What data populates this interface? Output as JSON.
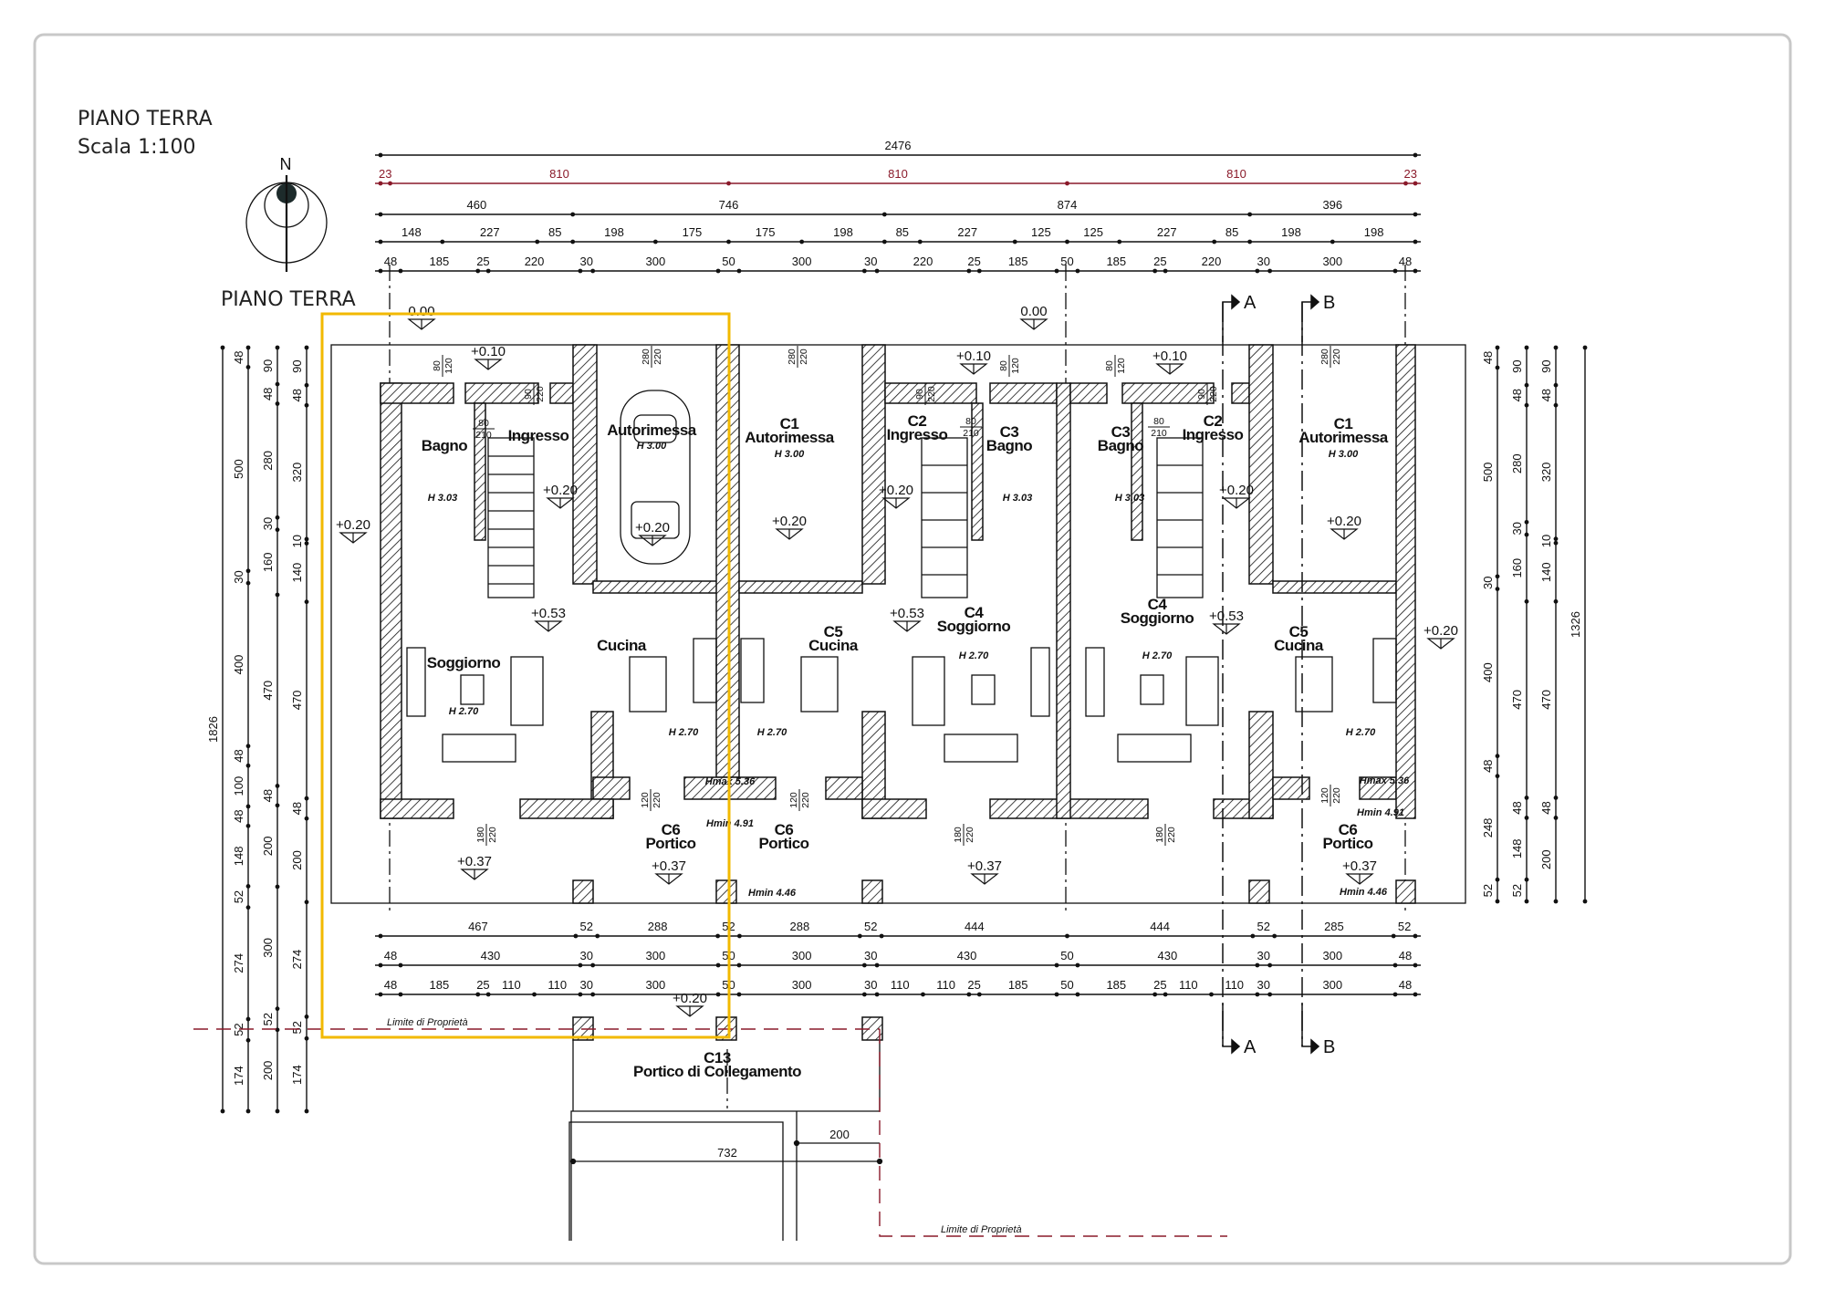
{
  "header": {
    "title": "PIANO TERRA",
    "scale": "Scala 1:100"
  },
  "compass": {
    "north": "N",
    "caption": "PIANO TERRA"
  },
  "colors": {
    "highlight": "#f2b900",
    "property_line": "#8a1a2a",
    "ink": "#111111"
  },
  "dimensions": {
    "top": [
      {
        "name": "overall",
        "values": [
          "2476"
        ]
      },
      {
        "name": "axes-red",
        "values": [
          "23",
          "810",
          "810",
          "810",
          "23"
        ]
      },
      {
        "name": "units",
        "values": [
          "460",
          "746",
          "874",
          "396"
        ]
      },
      {
        "name": "partial",
        "values": [
          "148",
          "227",
          "85",
          "198",
          "175",
          "175",
          "198",
          "85",
          "227",
          "125",
          "125",
          "227",
          "85",
          "198",
          "198"
        ]
      },
      {
        "name": "detail",
        "values": [
          "48",
          "185",
          "25",
          "220",
          "30",
          "300",
          "50",
          "300",
          "30",
          "220",
          "25",
          "185",
          "50",
          "185",
          "25",
          "220",
          "30",
          "300",
          "48"
        ]
      }
    ],
    "bottom": [
      {
        "name": "units",
        "values": [
          "467",
          "52",
          "288",
          "52",
          "288",
          "52",
          "444",
          "444",
          "52",
          "285",
          "52"
        ]
      },
      {
        "name": "walls",
        "values": [
          "48",
          "430",
          "30",
          "300",
          "50",
          "300",
          "30",
          "430",
          "50",
          "430",
          "30",
          "300",
          "48"
        ]
      },
      {
        "name": "detail",
        "values": [
          "48",
          "185",
          "25",
          "110",
          "110",
          "30",
          "300",
          "50",
          "300",
          "30",
          "110",
          "110",
          "25",
          "185",
          "50",
          "185",
          "25",
          "110",
          "110",
          "30",
          "300",
          "48"
        ]
      }
    ],
    "left": [
      {
        "name": "overall",
        "values": [
          "1826"
        ]
      },
      {
        "name": "partial",
        "values": [
          "48",
          "500",
          "30",
          "400",
          "48",
          "100",
          "48",
          "148",
          "52",
          "274",
          "52",
          "174"
        ]
      },
      {
        "name": "detail-a",
        "values": [
          "90",
          "48",
          "280",
          "30",
          "160",
          "470",
          "48",
          "200",
          "300",
          "52",
          "200"
        ]
      },
      {
        "name": "detail-b",
        "values": [
          "90",
          "48",
          "320",
          "10",
          "140",
          "470",
          "48",
          "200",
          "274",
          "52",
          "174"
        ]
      }
    ],
    "right": [
      {
        "name": "partial",
        "values": [
          "48",
          "500",
          "30",
          "400",
          "48",
          "248",
          "52"
        ]
      },
      {
        "name": "detail-a",
        "values": [
          "90",
          "48",
          "280",
          "30",
          "160",
          "470",
          "48",
          "148",
          "52"
        ]
      },
      {
        "name": "detail-b",
        "values": [
          "90",
          "48",
          "320",
          "10",
          "140",
          "470",
          "48",
          "200"
        ]
      },
      {
        "name": "overall",
        "values": [
          "1326"
        ]
      }
    ],
    "annex": {
      "width": "732",
      "offset": "200"
    }
  },
  "rooms": [
    {
      "code": "",
      "name": "Bagno",
      "height": "H 3.03"
    },
    {
      "code": "",
      "name": "Ingresso",
      "height": ""
    },
    {
      "code": "",
      "name": "Autorimessa",
      "height": "H 3.00"
    },
    {
      "code": "",
      "name": "Soggiorno",
      "height": "H 2.70"
    },
    {
      "code": "",
      "name": "Cucina",
      "height": "H 2.70"
    },
    {
      "code": "C6",
      "name": "Portico",
      "height": ""
    },
    {
      "code": "C1",
      "name": "Autorimessa",
      "height": "H 3.00"
    },
    {
      "code": "C5",
      "name": "Cucina",
      "height": "H 2.70"
    },
    {
      "code": "C6",
      "name": "Portico",
      "height": ""
    },
    {
      "code": "C2",
      "name": "Ingresso",
      "height": ""
    },
    {
      "code": "C3",
      "name": "Bagno",
      "height": "H 3.03"
    },
    {
      "code": "C4",
      "name": "Soggiorno",
      "height": "H 2.70"
    },
    {
      "code": "C3",
      "name": "Bagno",
      "height": "H 3.03"
    },
    {
      "code": "C2",
      "name": "Ingresso",
      "height": ""
    },
    {
      "code": "C1",
      "name": "Autorimessa",
      "height": "H 3.00"
    },
    {
      "code": "C4",
      "name": "Soggiorno",
      "height": "H 2.70"
    },
    {
      "code": "C5",
      "name": "Cucina",
      "height": "H 2.70"
    },
    {
      "code": "C6",
      "name": "Portico",
      "height": ""
    },
    {
      "code": "C13",
      "name": "Portico di Collegamento",
      "height": ""
    }
  ],
  "portico_heights": [
    "Hmax 5.36",
    "Hmin 4.91",
    "Hmin 4.46",
    "Hmax 5.36",
    "Hmin 4.91",
    "Hmin 4.46"
  ],
  "elevations": [
    "0.00",
    "0.00",
    "+0.10",
    "+0.10",
    "+0.10",
    "+0.20",
    "+0.20",
    "+0.20",
    "+0.20",
    "+0.20",
    "+0.20",
    "+0.20",
    "+0.20",
    "+0.53",
    "+0.53",
    "+0.53",
    "+0.37",
    "+0.37",
    "+0.37",
    "+0.37",
    "+0.20"
  ],
  "doors": [
    {
      "w": "80",
      "h": "120"
    },
    {
      "w": "80",
      "h": "210"
    },
    {
      "w": "90",
      "h": "220"
    },
    {
      "w": "280",
      "h": "220"
    },
    {
      "w": "280",
      "h": "220"
    },
    {
      "w": "90",
      "h": "220"
    },
    {
      "w": "80",
      "h": "210"
    },
    {
      "w": "80",
      "h": "120"
    },
    {
      "w": "80",
      "h": "120"
    },
    {
      "w": "80",
      "h": "210"
    },
    {
      "w": "90",
      "h": "220"
    },
    {
      "w": "280",
      "h": "220"
    },
    {
      "w": "180",
      "h": "220"
    },
    {
      "w": "120",
      "h": "220"
    },
    {
      "w": "120",
      "h": "220"
    },
    {
      "w": "180",
      "h": "220"
    },
    {
      "w": "180",
      "h": "220"
    },
    {
      "w": "120",
      "h": "220"
    }
  ],
  "sections": [
    {
      "label": "A"
    },
    {
      "label": "B"
    }
  ],
  "property_limit": "Limite di Proprietà"
}
